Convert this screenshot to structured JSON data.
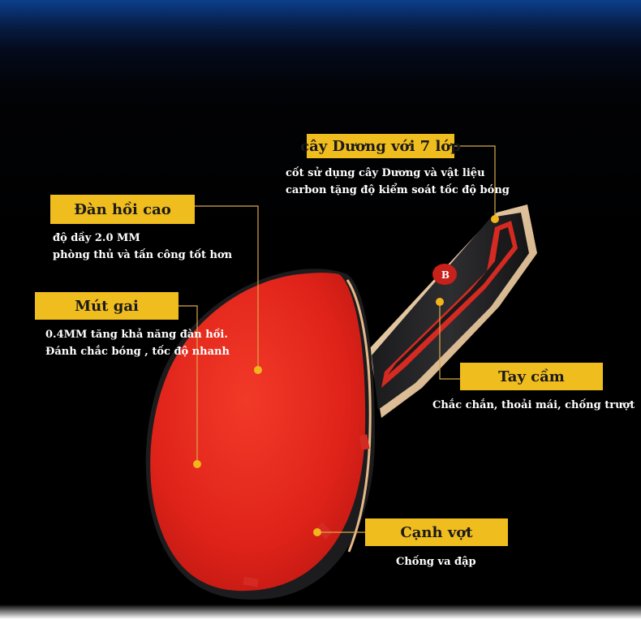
{
  "callouts": {
    "blade": {
      "title": "cây Dương với 7 lớp",
      "lines": [
        "cốt sử dụng cây Dương và vật liệu",
        "carbon tặng độ kiểm soát tốc độ bóng"
      ]
    },
    "elastic": {
      "title": "Đàn hồi cao",
      "lines": [
        "độ dầy 2.0 MM",
        "phòng thủ và tấn công tốt hơn"
      ]
    },
    "pimples": {
      "title": "Mút gai",
      "lines": [
        "0.4MM  tăng khả năng đàn hồi.",
        "Đánh chắc bóng , tốc độ nhanh"
      ]
    },
    "handle": {
      "title": "Tay cầm",
      "lines": [
        "Chắc chắn, thoải mái, chống trượt"
      ]
    },
    "edge": {
      "title": "Cạnh vợt",
      "lines": [
        "Chống va đập"
      ]
    }
  },
  "colors": {
    "tag_bg": "#f0bd1e",
    "rubber": "#e8281e",
    "dot": "#f2b51b",
    "leader": "#d9a84a"
  }
}
